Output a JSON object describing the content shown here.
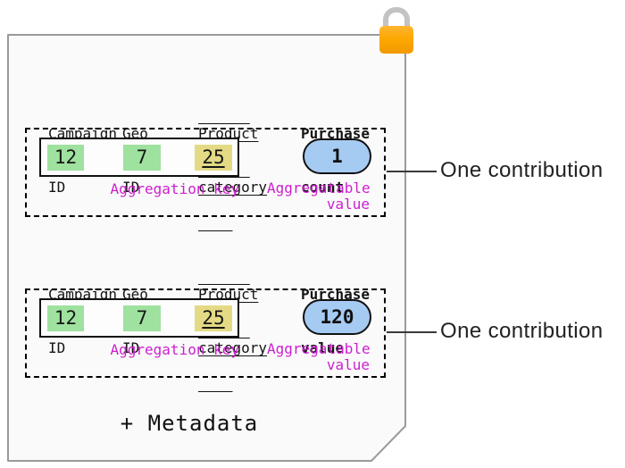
{
  "record": {
    "footer_label": "+ Metadata",
    "lock_icon": "padlock"
  },
  "colors": {
    "page_fill": "#fafafa",
    "page_border": "#9a9a9a",
    "key_cell_green": "#9fe19f",
    "key_cell_yellow": "#e4da85",
    "value_oval_blue": "#a6cbf3",
    "annotation_magenta": "#cc1fcf",
    "lock_body_orange": "#fda700",
    "lock_shackle_gray": "#c3c3c3"
  },
  "groups": [
    {
      "columns": [
        {
          "line1": "Campaign",
          "line2": "ID"
        },
        {
          "line1": "Geo",
          "line2": "ID"
        },
        {
          "line1": "Product",
          "line2": "category"
        },
        {
          "line1": "Purchase",
          "line2": "count"
        }
      ],
      "key_cells": [
        {
          "value": "12"
        },
        {
          "value": "7"
        },
        {
          "value": "25"
        }
      ],
      "aggregatable_value": "1",
      "aggregation_key_label": "Aggregation key",
      "aggregatable_value_label_line1": "Aggregatable",
      "aggregatable_value_label_line2": "value",
      "annotation": "One contribution"
    },
    {
      "columns": [
        {
          "line1": "Campaign",
          "line2": "ID"
        },
        {
          "line1": "Geo",
          "line2": "ID"
        },
        {
          "line1": "Product",
          "line2": "category"
        },
        {
          "line1": "Purchase",
          "line2": "value"
        }
      ],
      "key_cells": [
        {
          "value": "12"
        },
        {
          "value": "7"
        },
        {
          "value": "25"
        }
      ],
      "aggregatable_value": "120",
      "aggregation_key_label": "Aggregation key",
      "aggregatable_value_label_line1": "Aggregatable",
      "aggregatable_value_label_line2": "value",
      "annotation": "One contribution"
    }
  ]
}
